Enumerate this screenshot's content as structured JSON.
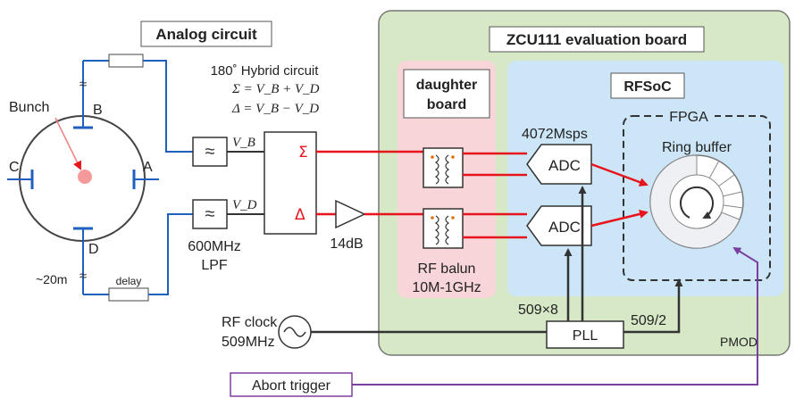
{
  "titles": {
    "analog": "Analog circuit",
    "zcu": "ZCU111 evaluation board",
    "daughter_line1": "daughter",
    "daughter_line2": "board",
    "rfsoc": "RFSoC",
    "fpga": "FPGA"
  },
  "pickup": {
    "bunch": "Bunch",
    "electrodes": [
      "A",
      "B",
      "C",
      "D"
    ],
    "cable_length": "~20m",
    "delay": "delay"
  },
  "hybrid": {
    "title": "180˚ Hybrid circuit",
    "sum_eq": "Σ = V_B + V_D",
    "diff_eq": "Δ = V_B − V_D",
    "sum_port": "Σ",
    "diff_port": "Δ",
    "vb": "V_B",
    "vd": "V_D"
  },
  "lpf": {
    "line1": "600MHz",
    "line2": "LPF"
  },
  "amp": "14dB",
  "balun": {
    "line1": "RF balun",
    "line2": "10M-1GHz"
  },
  "adc": {
    "label": "ADC",
    "rate": "4072Msps"
  },
  "ring_buffer": "Ring buffer",
  "clock": {
    "line1": "RF clock",
    "line2": "509MHz",
    "mult": "509×8",
    "div": "509/2"
  },
  "pll": "PLL",
  "pmod": "PMOD",
  "abort_trigger": "Abort trigger",
  "colors": {
    "board_fill": "#d6e8c6",
    "daughter_fill": "#f7d5d8",
    "rfsoc_fill": "#cce6f8",
    "signal_red": "#e8141c",
    "analog_blue": "#1f5fbf",
    "clock_line": "#333333",
    "abort_purple": "#7b3fa0",
    "bunch_dot": "#f59a9a"
  }
}
